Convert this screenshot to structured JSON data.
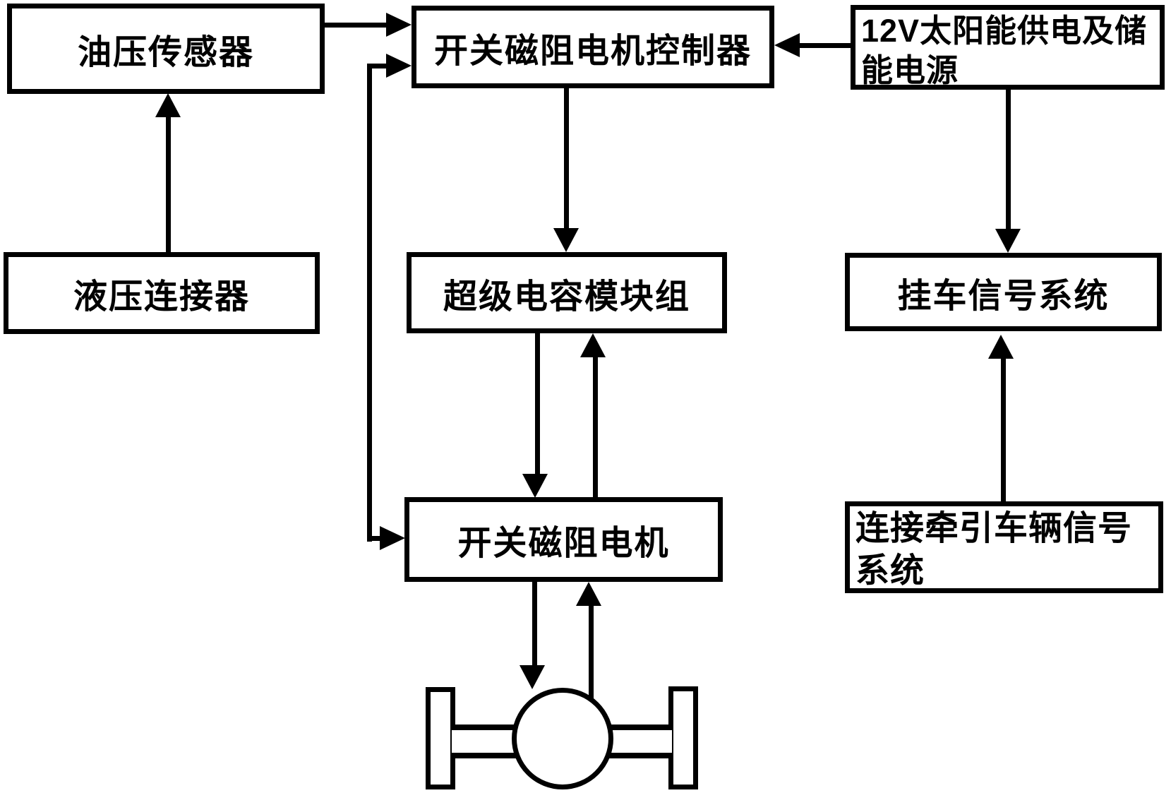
{
  "diagram": {
    "title": "Trailer solar-powered switched reluctance motor drive block diagram",
    "colors": {
      "line": "#000000",
      "background": "#ffffff",
      "box_fill": "#ffffff"
    },
    "nodes": {
      "oil_pressure_sensor": {
        "label": "油压传感器"
      },
      "src_controller": {
        "label": "开关磁阻电机控制器"
      },
      "solar_power": {
        "label": "12V太阳能供电及储能电源",
        "lines": [
          "12V太阳能供电及储",
          "能电源"
        ]
      },
      "hydraulic_connector": {
        "label": "液压连接器"
      },
      "supercap_module": {
        "label": "超级电容模块组"
      },
      "trailer_signal": {
        "label": "挂车信号系统"
      },
      "src_motor": {
        "label": "开关磁阻电机"
      },
      "traction_signal": {
        "label": "连接牵引车辆信号系统",
        "lines": [
          "连接牵引车辆信号",
          "系统"
        ]
      },
      "wheel_axle": {
        "label": "",
        "type": "figure"
      }
    },
    "edges": [
      {
        "from": "hydraulic_connector",
        "to": "oil_pressure_sensor"
      },
      {
        "from": "oil_pressure_sensor",
        "to": "src_controller"
      },
      {
        "from": "solar_power",
        "to": "src_controller"
      },
      {
        "from": "src_controller",
        "to": "supercap_module"
      },
      {
        "from": "src_controller",
        "to": "src_motor",
        "bidirectional": true
      },
      {
        "from": "supercap_module",
        "to": "src_motor"
      },
      {
        "from": "src_motor",
        "to": "supercap_module"
      },
      {
        "from": "src_motor",
        "to": "wheel_axle"
      },
      {
        "from": "wheel_axle",
        "to": "src_motor"
      },
      {
        "from": "solar_power",
        "to": "trailer_signal"
      },
      {
        "from": "traction_signal",
        "to": "trailer_signal"
      }
    ]
  }
}
